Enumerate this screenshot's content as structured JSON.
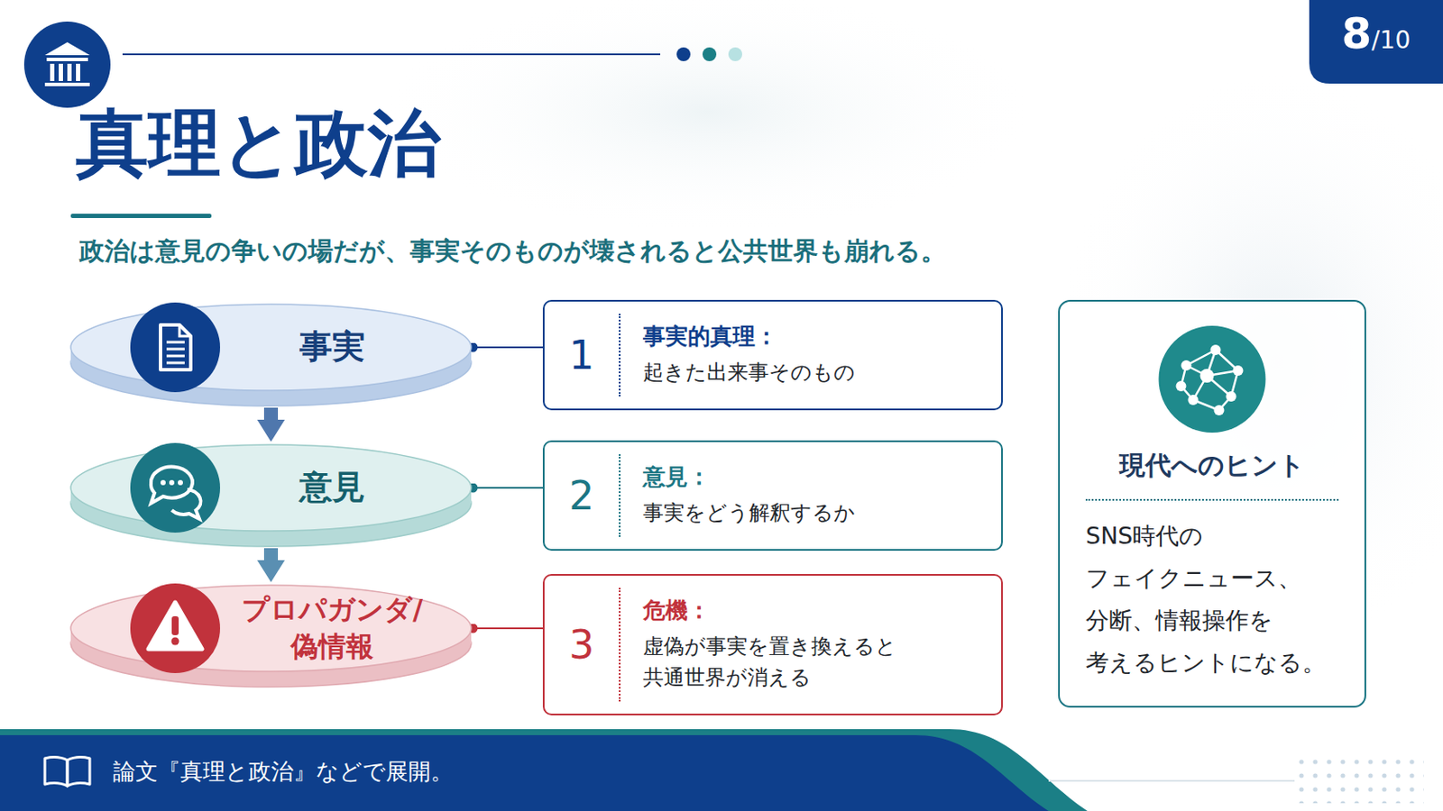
{
  "diagram": {
    "title": "真理と政治",
    "nodes": [
      {
        "text": [
          "事実"
        ]
      },
      {
        "text": [
          "意見"
        ]
      },
      {
        "text": [
          "プロパガンダ/ 偽情報"
        ]
      },
      {
        "text": [
          "1",
          "事実的真理：",
          "起きた出来事そのもの"
        ]
      },
      {
        "text": [
          "2",
          "意見：",
          "事実をどう解釈するか"
        ]
      },
      {
        "text": [
          "3",
          "危機：",
          "虚偽が事実を置き換えると 共通世界が消える"
        ]
      },
      {
        "text": [
          "現代へのヒント",
          "SNS時代の フェイクニュース、 分断、情報操作を 考えるヒントになる。"
        ]
      }
    ],
    "edges": [
      {
        "from": 0,
        "to": 1,
        "arrow": "to"
      },
      {
        "from": 1,
        "to": 2,
        "arrow": "to"
      },
      {
        "from": 0,
        "to": 3,
        "arrow": "none"
      },
      {
        "from": 1,
        "to": 4,
        "arrow": "none"
      },
      {
        "from": 2,
        "to": 5,
        "arrow": "none"
      }
    ],
    "labels": [
      "8",
      "/10",
      "政治は意見の争いの場だが、事実そのものが壊されると公共世界も崩れる。",
      "論文『真理と政治』などで展開。"
    ]
  }
}
